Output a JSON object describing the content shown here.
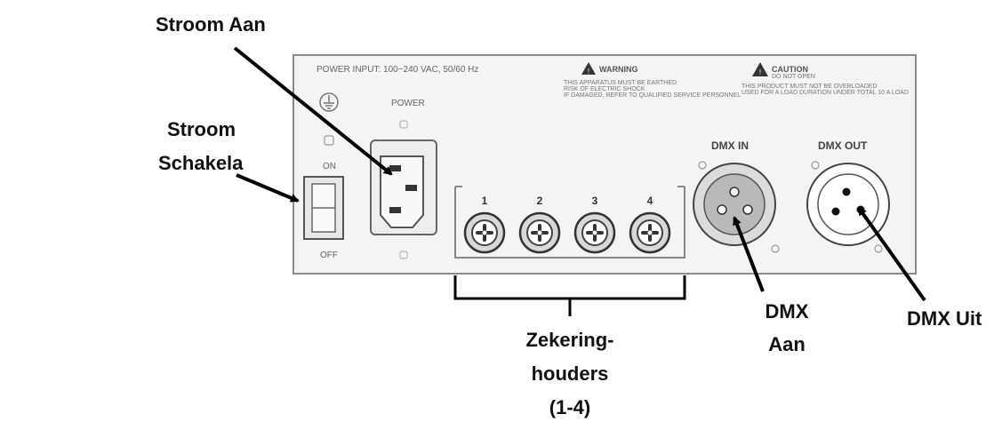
{
  "callouts": {
    "stroom_aan": "Stroom Aan",
    "stroom_schakela_1": "Stroom",
    "stroom_schakela_2": "Schakela",
    "zekering_1": "Zekering-",
    "zekering_2": "houders",
    "zekering_3": "(1-4)",
    "dmx_aan_1": "DMX",
    "dmx_aan_2": "Aan",
    "dmx_uit": "DMX Uit"
  },
  "panel": {
    "power_input": "POWER INPUT: 100~240 VAC, 50/60 Hz",
    "warning_title": "WARNING",
    "warning_line1": "THIS APPARATUS MUST BE EARTHED",
    "warning_line2": "RISK OF ELECTRIC SHOCK",
    "warning_line3": "IF DAMAGED, REFER TO QUALIFIED SERVICE PERSONNEL",
    "caution_title": "CAUTION",
    "caution_sub": "DO NOT OPEN",
    "caution_line1": "THIS PRODUCT MUST NOT BE OVERLOADED",
    "caution_line2": "USED FOR A LOAD DURATION UNDER TOTAL 10 A LOAD",
    "power_label": "POWER",
    "on_label": "ON",
    "off_label": "OFF",
    "dmx_in_label": "DMX IN",
    "dmx_out_label": "DMX OUT",
    "fuse_numbers": [
      "1",
      "2",
      "3",
      "4"
    ]
  },
  "colors": {
    "panel_fill": "#f4f4f4",
    "panel_stroke": "#8a8a8a",
    "connector_fill": "#b9b9b9",
    "arrow": "#000000"
  }
}
